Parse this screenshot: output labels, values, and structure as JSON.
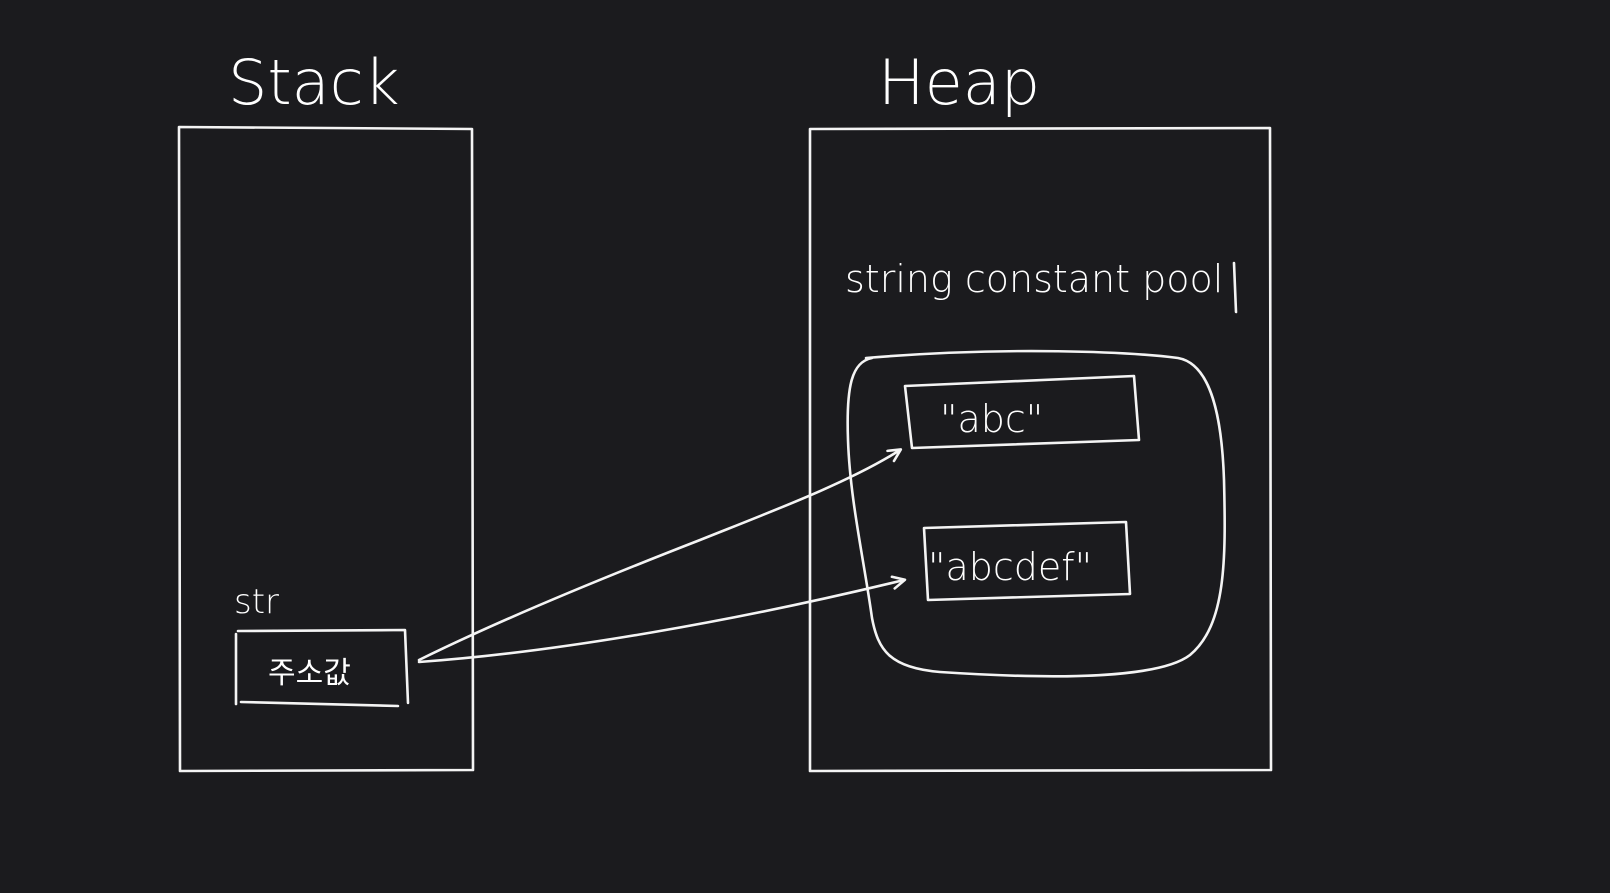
{
  "stack": {
    "title": "Stack",
    "variable": {
      "name": "str",
      "value": "주소값"
    }
  },
  "heap": {
    "title": "Heap",
    "pool": {
      "label": "string constant pool",
      "literals": [
        "\"abc\"",
        "\"abcdef\""
      ]
    }
  },
  "colors": {
    "background": "#1b1b1e",
    "ink": "#f4f4f4"
  }
}
